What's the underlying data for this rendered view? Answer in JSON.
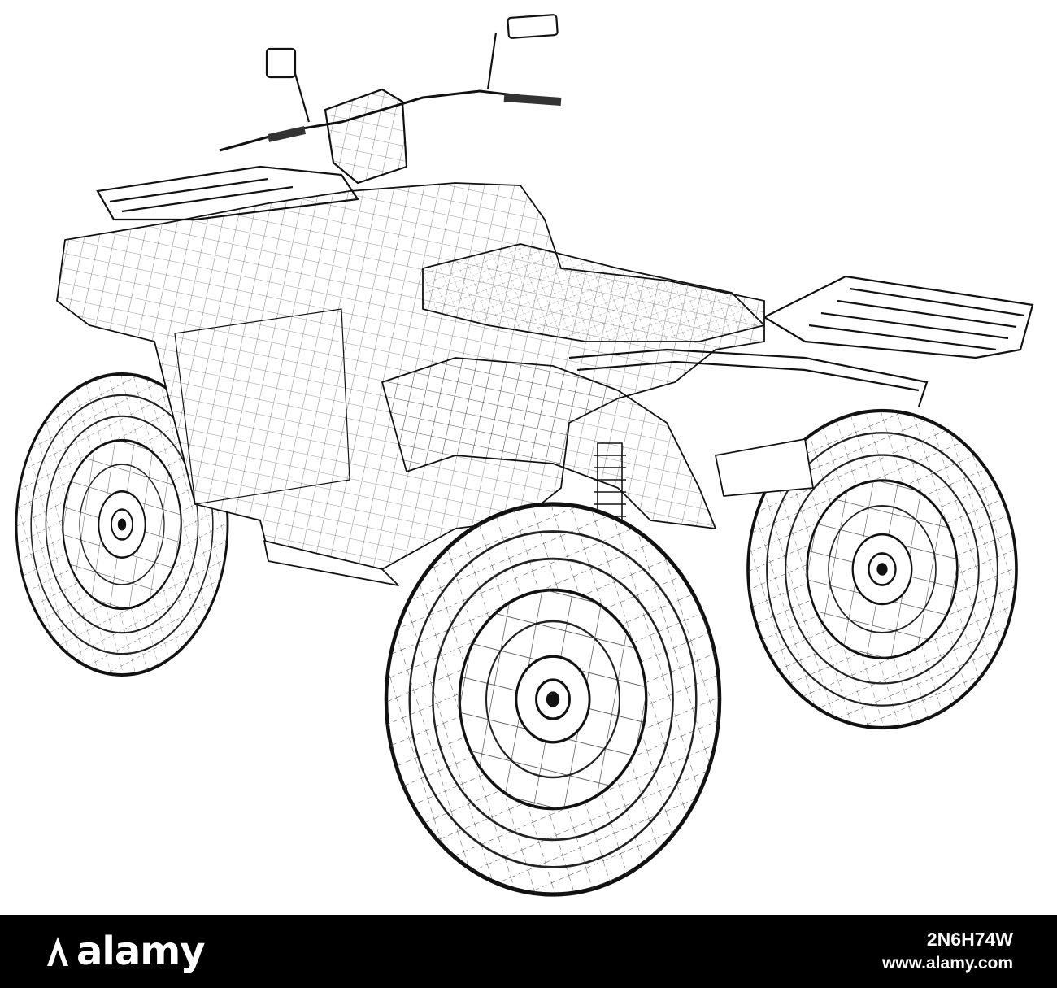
{
  "colors": {
    "background": "#ffffff",
    "lines": "#222222",
    "footer_bg": "#000000",
    "footer_text": "#ffffff"
  },
  "illustration": {
    "subject": "quad-bike-wireframe"
  },
  "footer": {
    "brand": "alamy",
    "image_id": "2N6H74W",
    "site": "www.alamy.com"
  }
}
